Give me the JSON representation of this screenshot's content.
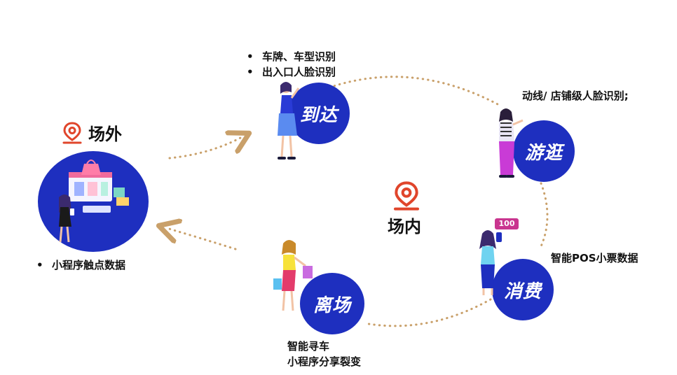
{
  "outside": {
    "title": "场外",
    "notes": [
      "小程序触点数据"
    ]
  },
  "inside": {
    "title": "场内"
  },
  "stages": {
    "arrive": {
      "label": "到达",
      "notes": [
        "车牌、车型识别",
        "出入口人脸识别"
      ]
    },
    "browse": {
      "label": "游逛",
      "note": "动线/ 店铺级人脸识别;"
    },
    "consume": {
      "label": "消费",
      "note": "智能POS小票数据",
      "badge": "100"
    },
    "leave": {
      "label": "离场",
      "notes": [
        "智能寻车",
        "小程序分享裂变"
      ]
    }
  },
  "icons": [
    "location-pin-icon",
    "shopping-woman-illustration",
    "phone-icon",
    "shopping-bag-icon"
  ],
  "colors": {
    "circle": "#1e2fbf",
    "dotted_path": "#c9a06a",
    "pin": "#e0452b",
    "hair": "#3b2a6e",
    "skin": "#f2c3a5"
  }
}
